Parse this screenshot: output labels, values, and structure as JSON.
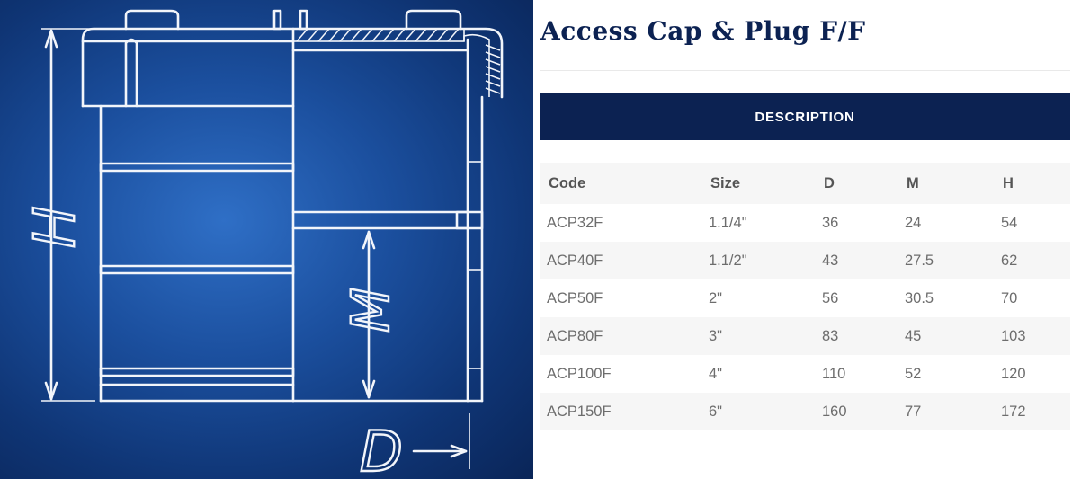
{
  "drawing": {
    "dimension_labels": {
      "height": "H",
      "middle": "M",
      "diameter": "D"
    }
  },
  "product": {
    "title": "Access Cap & Plug F/F"
  },
  "description": {
    "label": "DESCRIPTION"
  },
  "table": {
    "headers": [
      "Code",
      "Size",
      "D",
      "M",
      "H"
    ],
    "rows": [
      [
        "ACP32F",
        "1.1/4\"",
        "36",
        "24",
        "54"
      ],
      [
        "ACP40F",
        "1.1/2\"",
        "43",
        "27.5",
        "62"
      ],
      [
        "ACP50F",
        "2\"",
        "56",
        "30.5",
        "70"
      ],
      [
        "ACP80F",
        "3\"",
        "83",
        "45",
        "103"
      ],
      [
        "ACP100F",
        "4\"",
        "110",
        "52",
        "120"
      ],
      [
        "ACP150F",
        "6\"",
        "160",
        "77",
        "172"
      ]
    ]
  },
  "colors": {
    "navy": "#0c2252",
    "drawing_blue": "#1b4f9e",
    "stripe": "#f6f6f6"
  }
}
